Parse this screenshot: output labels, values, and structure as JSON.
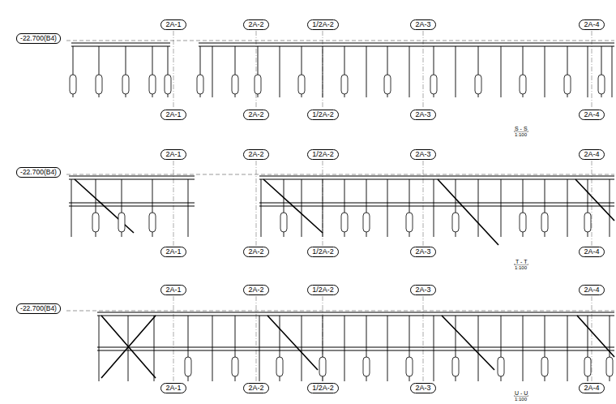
{
  "diagram": {
    "nodes": [
      {
        "text": [
          "-22.700(B4)"
        ]
      },
      {
        "text": [
          "2A-1"
        ]
      },
      {
        "text": [
          "2A-2"
        ]
      },
      {
        "text": [
          "1/2A-2"
        ]
      },
      {
        "text": [
          "2A-3"
        ]
      },
      {
        "text": [
          "2A-4"
        ]
      },
      {
        "text": [
          "2A-1"
        ]
      },
      {
        "text": [
          "2A-2"
        ]
      },
      {
        "text": [
          "1/2A-2"
        ]
      },
      {
        "text": [
          "2A-3"
        ]
      },
      {
        "text": [
          "2A-4"
        ]
      },
      {
        "text": [
          "-22.700(B4)"
        ]
      },
      {
        "text": [
          "2A-1"
        ]
      },
      {
        "text": [
          "2A-2"
        ]
      },
      {
        "text": [
          "1/2A-2"
        ]
      },
      {
        "text": [
          "2A-3"
        ]
      },
      {
        "text": [
          "2A-4"
        ]
      },
      {
        "text": [
          "2A-1"
        ]
      },
      {
        "text": [
          "2A-2"
        ]
      },
      {
        "text": [
          "1/2A-2"
        ]
      },
      {
        "text": [
          "2A-3"
        ]
      },
      {
        "text": [
          "2A-4"
        ]
      },
      {
        "text": [
          "-22.700(B4)"
        ]
      },
      {
        "text": [
          "2A-1"
        ]
      },
      {
        "text": [
          "2A-2"
        ]
      },
      {
        "text": [
          "1/2A-2"
        ]
      },
      {
        "text": [
          "2A-3"
        ]
      },
      {
        "text": [
          "2A-4"
        ]
      },
      {
        "text": [
          "2A-1"
        ]
      },
      {
        "text": [
          "2A-2"
        ]
      },
      {
        "text": [
          "1/2A-2"
        ]
      },
      {
        "text": [
          "2A-3"
        ]
      },
      {
        "text": [
          "2A-4"
        ]
      }
    ],
    "labels": [
      "S - S",
      "1:100",
      "T - T",
      "1:100",
      "U - U",
      "1:100"
    ]
  }
}
